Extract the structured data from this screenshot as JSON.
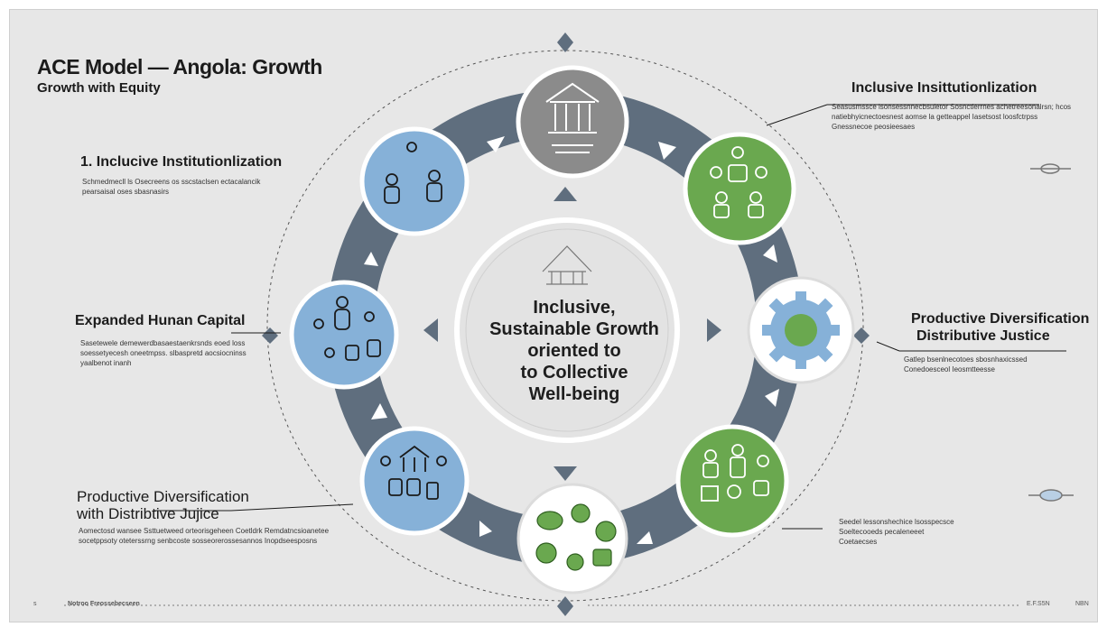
{
  "header": {
    "title": "ACE Model — Angola: Growth",
    "subtitle": "Growth with Equity",
    "top_right_a": "",
    "top_right_b": ""
  },
  "center": {
    "lines": [
      "Inclusive,",
      "Sustainable Growth",
      "oriented to",
      "to  Collective",
      "Well-being"
    ]
  },
  "left_labels": [
    {
      "title": "1. Inclucive Institutionlization",
      "desc": [
        "Schmedmecll ls Osecreens os sscstaclsen ectacalancik",
        "pearsaisal oses sbasnasirs"
      ]
    },
    {
      "title": "Expanded Hunan Capital",
      "desc": [
        "Sasetewele demewerdbasaestaenkrsnds eoed loss",
        "soessetyecesh oneetmpss. slbaspretd aocsiocninss",
        "yaalbenot inanh"
      ]
    },
    {
      "title": "Productive Diversification",
      "title2": "with Distribtive Jujice",
      "desc": [
        "Aomectosd wansee Ssttuetweed orteorisgeheen Coetldrk Remdatncsioanetee",
        "socetppsoty oteterssrng senbcoste sosseorerossesannos Inopdseesposns"
      ]
    }
  ],
  "right_labels": [
    {
      "title": "Inclusive Insittutionlization",
      "desc": [
        "Seasusmssce lsonsessnnecbsuietor Sosnctierrnes achetreesonalrsn; hcos",
        "natiebhyicnectoesnest aomse la getteappel Iasetsost loosfctrpss",
        "Gnessnecoe peosieesaes"
      ]
    },
    {
      "title": "Productive Diversification",
      "title2": "Distributive Justice",
      "desc": [
        "Gatlep bsenlnecotoes sbosnhaxicssed",
        "Conedoesceol Ieosmtteesse"
      ]
    },
    {
      "title": "",
      "desc": [
        "Seedel lessonshechice lsosspecsce",
        "Soeltecooeds pecaleneeet",
        "Coetaecses"
      ]
    }
  ],
  "footer": {
    "left_mark": "s",
    "left_text": "Notroo Freossebecseen",
    "right_a": "E.F.S5N",
    "right_b": "NBN"
  },
  "colors": {
    "background": "#e7e7e7",
    "ring": "#5f6e7e",
    "node_blue": "#86b1d8",
    "node_green": "#6aa84f",
    "node_gray": "#8b8b8b",
    "accent_line": "#1b1b1b"
  },
  "icons": [
    "institution-icon",
    "people-icon",
    "gear-icon",
    "building-icon",
    "community-icon",
    "resources-icon"
  ]
}
